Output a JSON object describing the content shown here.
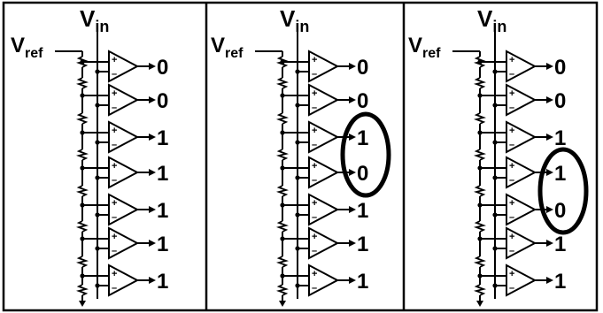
{
  "labels": {
    "vin_main": "V",
    "vin_sub": "in",
    "vref_main": "V",
    "vref_sub": "ref",
    "plus": "+",
    "minus": "–"
  },
  "panels": [
    {
      "outputs": [
        "0",
        "0",
        "1",
        "1",
        "1",
        "1",
        "1"
      ],
      "highlight": null
    },
    {
      "outputs": [
        "0",
        "0",
        "1",
        "0",
        "1",
        "1",
        "1"
      ],
      "highlight": [
        2,
        3
      ]
    },
    {
      "outputs": [
        "0",
        "0",
        "1",
        "1",
        "0",
        "1",
        "1"
      ],
      "highlight": [
        3,
        4
      ]
    }
  ]
}
